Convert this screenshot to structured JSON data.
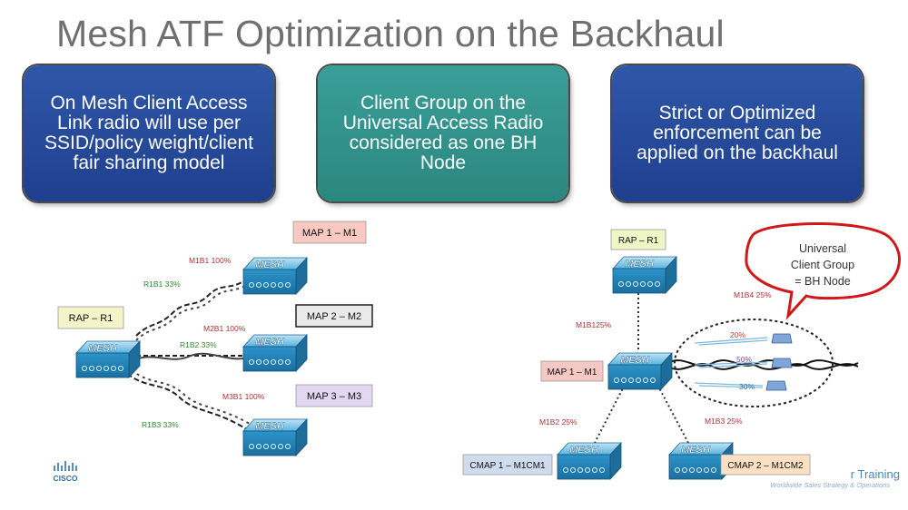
{
  "title": "Mesh ATF Optimization on the Backhaul",
  "boxes": [
    {
      "text": "On Mesh Client Access Link radio will use per SSID/policy weight/client fair sharing model"
    },
    {
      "text": "Client Group on the Universal Access Radio considered as one BH Node"
    },
    {
      "text": "Strict or Optimized enforcement can be applied on the backhaul"
    }
  ],
  "left_diagram": {
    "device_text": "MESH",
    "rap": "RAP – R1",
    "map1": "MAP 1 – M1",
    "map2": "MAP 2 – M2",
    "map3": "MAP 3 – M3",
    "l_m1b1": "M1B1 100%",
    "l_r1b1": "R1B1 33%",
    "l_m2b1": "M2B1 100%",
    "l_r1b2": "R1B2 33%",
    "l_m3b1": "M3B1 100%",
    "l_r1b3": "R1B3 33%"
  },
  "right_diagram": {
    "rap": "RAP – R1",
    "map1": "MAP 1 – M1",
    "cmap1": "CMAP 1 – M1CM1",
    "cmap2": "CMAP 2 – M1CM2",
    "l_m1b4": "M1B4 25%",
    "l_m1b1": "M1B125%",
    "l_m1b2": "M1B2 25%",
    "l_m1b3": "M1B3 25%",
    "client_pct_1": "20%",
    "client_pct_2": "50%",
    "client_pct_3": "30%",
    "callout_line1": "Universal",
    "callout_line2": "Client Group",
    "callout_line3": "= BH Node"
  },
  "footer": {
    "cisco": "CISCO",
    "training": "r Training",
    "sub": "Worldwide Sales Strategy & Operations"
  }
}
